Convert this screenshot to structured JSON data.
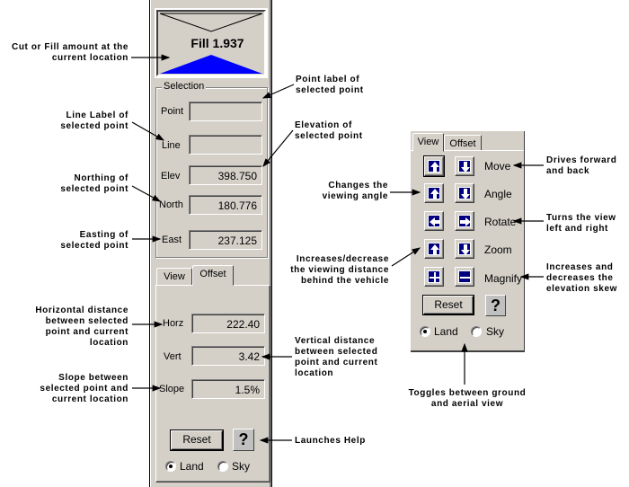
{
  "left_panel": {
    "gauge": {
      "label": "Fill",
      "value": "1.937",
      "text": "Fill 1.937",
      "fill_color": "#0000ff"
    },
    "selection": {
      "title": "Selection",
      "fields": [
        {
          "label": "Point",
          "value": ""
        },
        {
          "label": "Line",
          "value": ""
        },
        {
          "label": "Elev",
          "value": "398.750"
        },
        {
          "label": "North",
          "value": "180.776"
        },
        {
          "label": "East",
          "value": "237.125"
        }
      ]
    },
    "tabs": [
      {
        "label": "View",
        "active": false
      },
      {
        "label": "Offset",
        "active": true
      }
    ],
    "offset": {
      "fields": [
        {
          "label": "Horz",
          "value": "222.40"
        },
        {
          "label": "Vert",
          "value": "3.42"
        },
        {
          "label": "Slope",
          "value": "1.5%"
        }
      ]
    },
    "reset_label": "Reset",
    "help_label": "?",
    "radios": [
      {
        "label": "Land",
        "checked": true
      },
      {
        "label": "Sky",
        "checked": false
      }
    ]
  },
  "right_panel": {
    "tabs": [
      {
        "label": "View",
        "active": true
      },
      {
        "label": "Offset",
        "active": false
      }
    ],
    "controls": [
      {
        "label": "Move",
        "buttons": [
          "up-arrow-icon",
          "down-arrow-icon"
        ]
      },
      {
        "label": "Angle",
        "buttons": [
          "up-arrow-icon",
          "down-arrow-icon"
        ]
      },
      {
        "label": "Rotate",
        "buttons": [
          "left-arrow-icon",
          "right-arrow-icon"
        ]
      },
      {
        "label": "Zoom",
        "buttons": [
          "up-arrow-icon",
          "down-arrow-icon"
        ]
      },
      {
        "label": "Magnify",
        "buttons": [
          "plus-icon",
          "minus-icon"
        ]
      }
    ],
    "reset_label": "Reset",
    "help_label": "?",
    "radios": [
      {
        "label": "Land",
        "checked": true
      },
      {
        "label": "Sky",
        "checked": false
      }
    ],
    "button_color": "#000080"
  },
  "annotations": {
    "cut_fill": [
      "Cut or Fill  amount at the",
      "current location"
    ],
    "line_label": [
      "Line Label of",
      "selected point"
    ],
    "northing": [
      "Northing of",
      "selected point"
    ],
    "easting": [
      "Easting of",
      "selected point"
    ],
    "horizontal": [
      "Horizontal distance",
      "between selected",
      "point and current",
      "location"
    ],
    "slope": [
      "Slope between",
      "selected point and",
      "current location"
    ],
    "point_label": [
      "Point label of",
      "selected point"
    ],
    "elevation": [
      "Elevation of",
      "selected point"
    ],
    "vertical": [
      "Vertical distance",
      "between selected",
      "point and current",
      "location"
    ],
    "help": [
      "Launches Help"
    ],
    "angle": [
      "Changes the",
      "viewing angle"
    ],
    "zoom": [
      "Increases/decrease",
      "the viewing distance",
      "behind the vehicle"
    ],
    "move": [
      "Drives forward",
      "and back"
    ],
    "rotate": [
      "Turns the view",
      "left and right"
    ],
    "magnify": [
      "Increases and",
      "decreases the",
      "elevation skew"
    ],
    "toggle": [
      "Toggles between ground",
      "and aerial view"
    ]
  }
}
